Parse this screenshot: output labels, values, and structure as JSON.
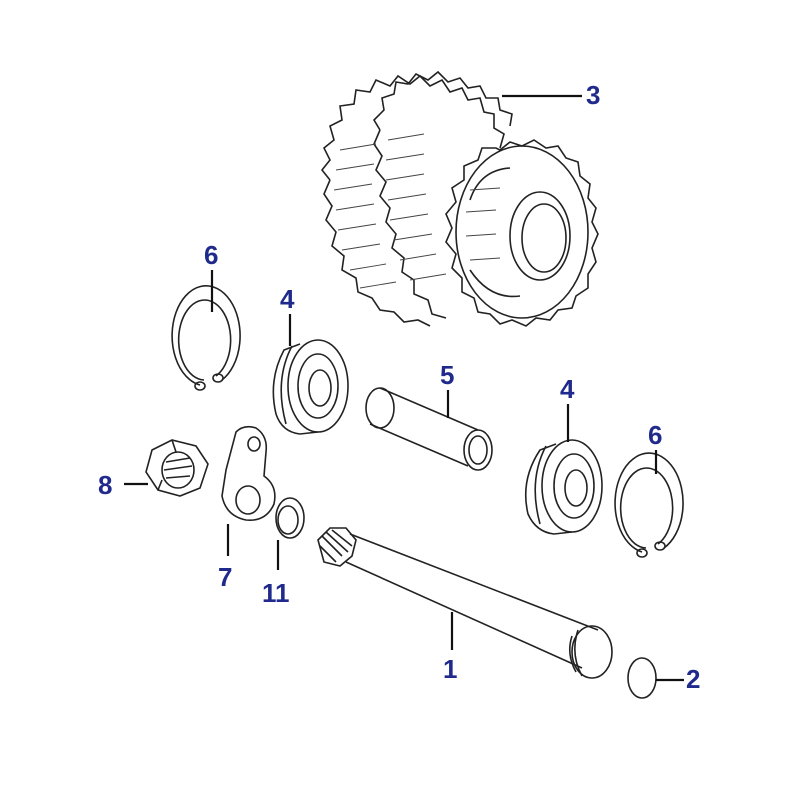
{
  "colors": {
    "callout": "#1f2a8c",
    "line": "#222222",
    "background": "#ffffff"
  },
  "callouts": [
    {
      "id": "c3",
      "label": "3"
    },
    {
      "id": "c6a",
      "label": "6"
    },
    {
      "id": "c4a",
      "label": "4"
    },
    {
      "id": "c5",
      "label": "5"
    },
    {
      "id": "c4b",
      "label": "4"
    },
    {
      "id": "c6b",
      "label": "6"
    },
    {
      "id": "c8",
      "label": "8"
    },
    {
      "id": "c7",
      "label": "7"
    },
    {
      "id": "c11",
      "label": "11"
    },
    {
      "id": "c1",
      "label": "1"
    },
    {
      "id": "c2",
      "label": "2"
    }
  ]
}
